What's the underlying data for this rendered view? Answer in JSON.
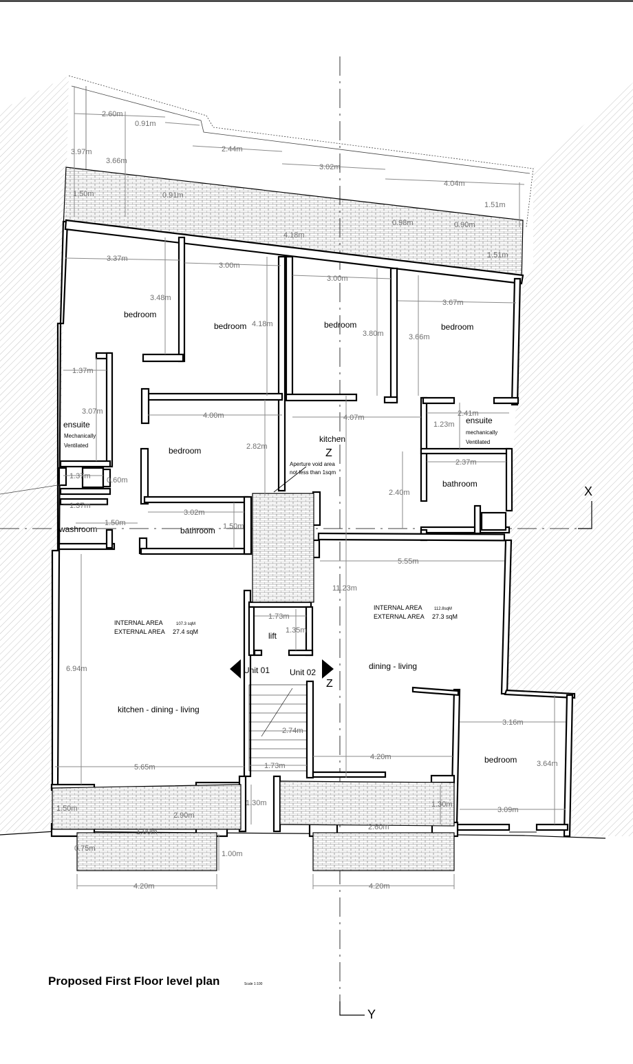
{
  "title": "Proposed First Floor level plan",
  "scale": "Scale 1:100",
  "axes": {
    "x": "X",
    "y": "Y",
    "z1": "Z",
    "z2": "Z"
  },
  "rooms": {
    "bedroom_1": "bedroom",
    "bedroom_2": "bedroom",
    "bedroom_3": "bedroom",
    "bedroom_4": "bedroom",
    "bedroom_5": "bedroom",
    "bedroom_6": "bedroom",
    "ensuite_left": "ensuite",
    "ensuite_left_note1": "Mechanically",
    "ensuite_left_note2": "Ventilated",
    "ensuite_right": "ensuite",
    "ensuite_right_note1": "mechanically",
    "ensuite_right_note2": "Ventilated",
    "kitchen": "kitchen",
    "bathroom_left": "bathroom",
    "bathroom_right": "bathroom",
    "washroom": "washroom",
    "lift": "lift",
    "kitchen_dining_living": "kitchen - dining - living",
    "dining_living": "dining - living",
    "unit_01": "Unit 01",
    "unit_02": "Unit 02",
    "aperture_note1": "Aperture void area",
    "aperture_note2": "not less than 1sqm"
  },
  "areas": {
    "left_internal_label": "INTERNAL AREA",
    "left_internal_value": "107.3 sqM",
    "left_external_label": "EXTERNAL AREA",
    "left_external_value": "27.4 sqM",
    "right_internal_label": "INTERNAL AREA",
    "right_internal_value": "112.8sqM",
    "right_external_label": "EXTERNAL AREA",
    "right_external_value": "27.3 sqM"
  },
  "dims": {
    "d_2_60": "2.60m",
    "d_0_91a": "0.91m",
    "d_3_97": "3.97m",
    "d_3_66a": "3.66m",
    "d_2_44": "2.44m",
    "d_3_02a": "3.02m",
    "d_4_04": "4.04m",
    "d_1_51a": "1.51m",
    "d_1_50a": "1.50m",
    "d_0_91b": "0.91m",
    "d_4_18a": "4.18m",
    "d_0_98": "0.98m",
    "d_0_90": "0.90m",
    "d_1_51b": "1.51m",
    "d_3_37": "3.37m",
    "d_3_00a": "3.00m",
    "d_3_00b": "3.00m",
    "d_3_48": "3.48m",
    "d_4_18b": "4.18m",
    "d_3_80": "3.80m",
    "d_3_66b": "3.66m",
    "d_3_67": "3.67m",
    "d_1_37a": "1.37m",
    "d_3_07": "3.07m",
    "d_4_00": "4.00m",
    "d_4_07": "4.07m",
    "d_2_41": "2.41m",
    "d_1_23": "1.23m",
    "d_2_82": "2.82m",
    "d_1_37b": "1.37m",
    "d_0_60": "0.60m",
    "d_1_37c": "1.37m",
    "d_1_50b": "1.50m",
    "d_3_02b": "3.02m",
    "d_1_50c": "1.50m",
    "d_2_37": "2.37m",
    "d_2_40": "2.40m",
    "d_5_55": "5.55m",
    "d_11_23": "11.23m",
    "d_1_73a": "1.73m",
    "d_1_35": "1.35m",
    "d_6_94": "6.94m",
    "d_2_74": "2.74m",
    "d_1_73b": "1.73m",
    "d_5_65": "5.65m",
    "d_4_20a": "4.20m",
    "d_3_16": "3.16m",
    "d_3_64": "3.64m",
    "d_3_09": "3.09m",
    "d_1_50d": "1.50m",
    "d_1_30a": "1.30m",
    "d_2_90": "2.90m",
    "d_1_30b": "1.30m",
    "d_2_60b": "2.60m",
    "d_1_00b": "1.00m",
    "d_0_75": "0.75m",
    "d_1_00c": "1.00m",
    "d_4_20b": "4.20m",
    "d_4_20c": "4.20m"
  }
}
